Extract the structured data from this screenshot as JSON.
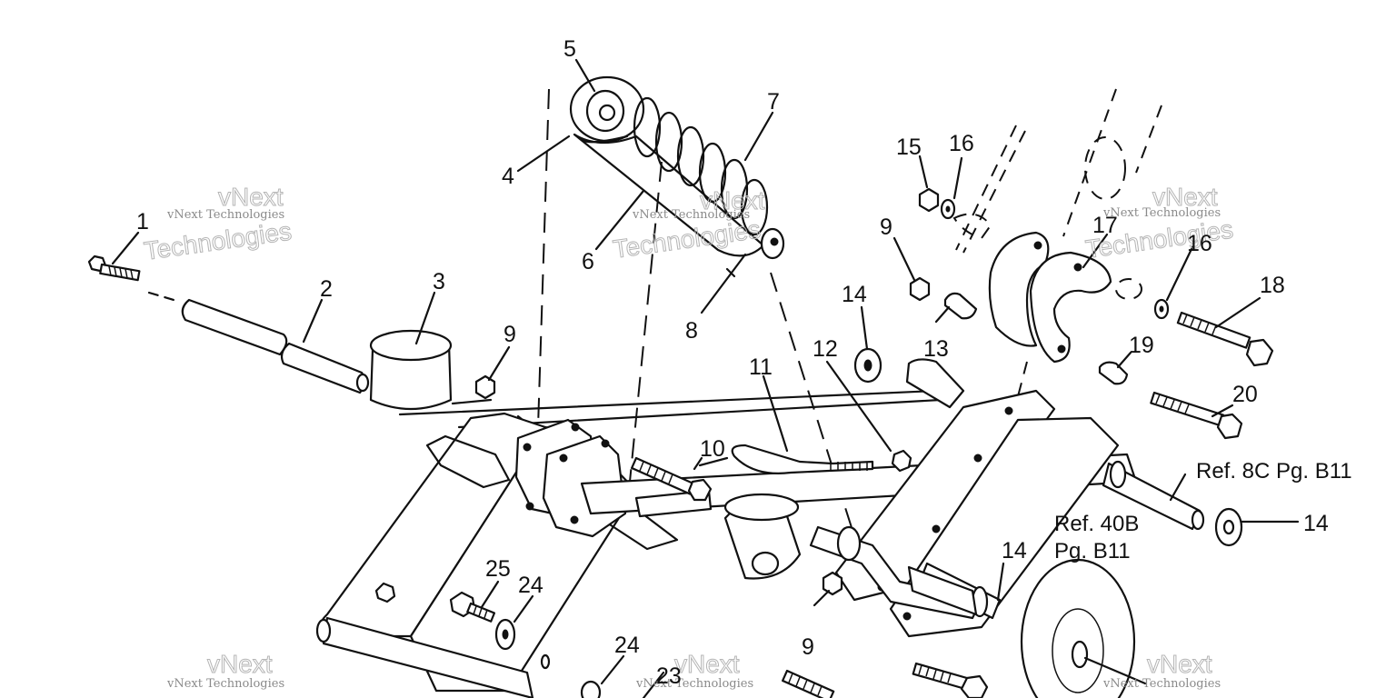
{
  "diagram": {
    "callouts": {
      "c1": "1",
      "c2": "2",
      "c3": "3",
      "c4": "4",
      "c5": "5",
      "c6": "6",
      "c7": "7",
      "c8": "8",
      "c9a": "9",
      "c9b": "9",
      "c9c": "9",
      "c10": "10",
      "c11": "11",
      "c12": "12",
      "c13": "13",
      "c14a": "14",
      "c14b": "14",
      "c14c": "14",
      "c15": "15",
      "c16a": "16",
      "c16b": "16",
      "c17": "17",
      "c18": "18",
      "c19": "19",
      "c20": "20",
      "c23": "23",
      "c24a": "24",
      "c24b": "24",
      "c25": "25"
    },
    "references": {
      "ref_8c": "Ref. 8C Pg. B11",
      "ref_40b_line1": "Ref. 40B",
      "ref_40b_line2": "Pg. B11"
    },
    "watermark": {
      "text": "vNext Technologies",
      "big_1": "vNext",
      "big_2": "Technologies"
    }
  }
}
